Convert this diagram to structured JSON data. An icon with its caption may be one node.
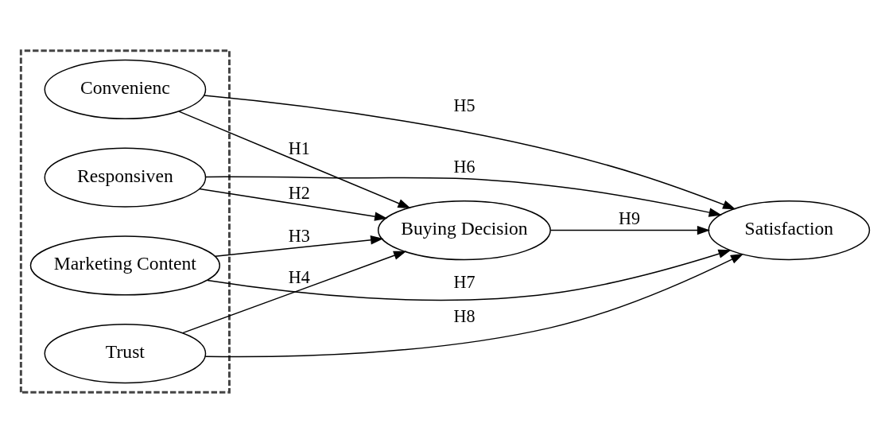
{
  "diagram": {
    "nodes": [
      {
        "text": [],
        "shape": "box"
      },
      {
        "text": [
          "Convenienc"
        ],
        "in": 0
      },
      {
        "text": [
          "Responsiven"
        ],
        "in": 0
      },
      {
        "text": [
          "Marketing Content"
        ],
        "in": 0
      },
      {
        "text": [
          "Trust"
        ],
        "in": 0
      },
      {
        "text": [
          "Buying Decision"
        ]
      },
      {
        "text": [
          "Satisfaction"
        ]
      }
    ],
    "edges": [
      {
        "from": 1,
        "to": 5,
        "arrow": "to",
        "label": "H1"
      },
      {
        "from": 2,
        "to": 5,
        "arrow": "to",
        "label": "H2"
      },
      {
        "from": 3,
        "to": 5,
        "arrow": "to",
        "label": "H3"
      },
      {
        "from": 4,
        "to": 5,
        "arrow": "to",
        "label": "H4"
      },
      {
        "from": 1,
        "to": 6,
        "arrow": "to",
        "label": "H5"
      },
      {
        "from": 2,
        "to": 6,
        "arrow": "to",
        "label": "H6"
      },
      {
        "from": 3,
        "to": 6,
        "arrow": "to",
        "label": "H7"
      },
      {
        "from": 4,
        "to": 6,
        "arrow": "to",
        "label": "H8"
      },
      {
        "from": 5,
        "to": 6,
        "arrow": "to",
        "label": "H9"
      }
    ]
  }
}
